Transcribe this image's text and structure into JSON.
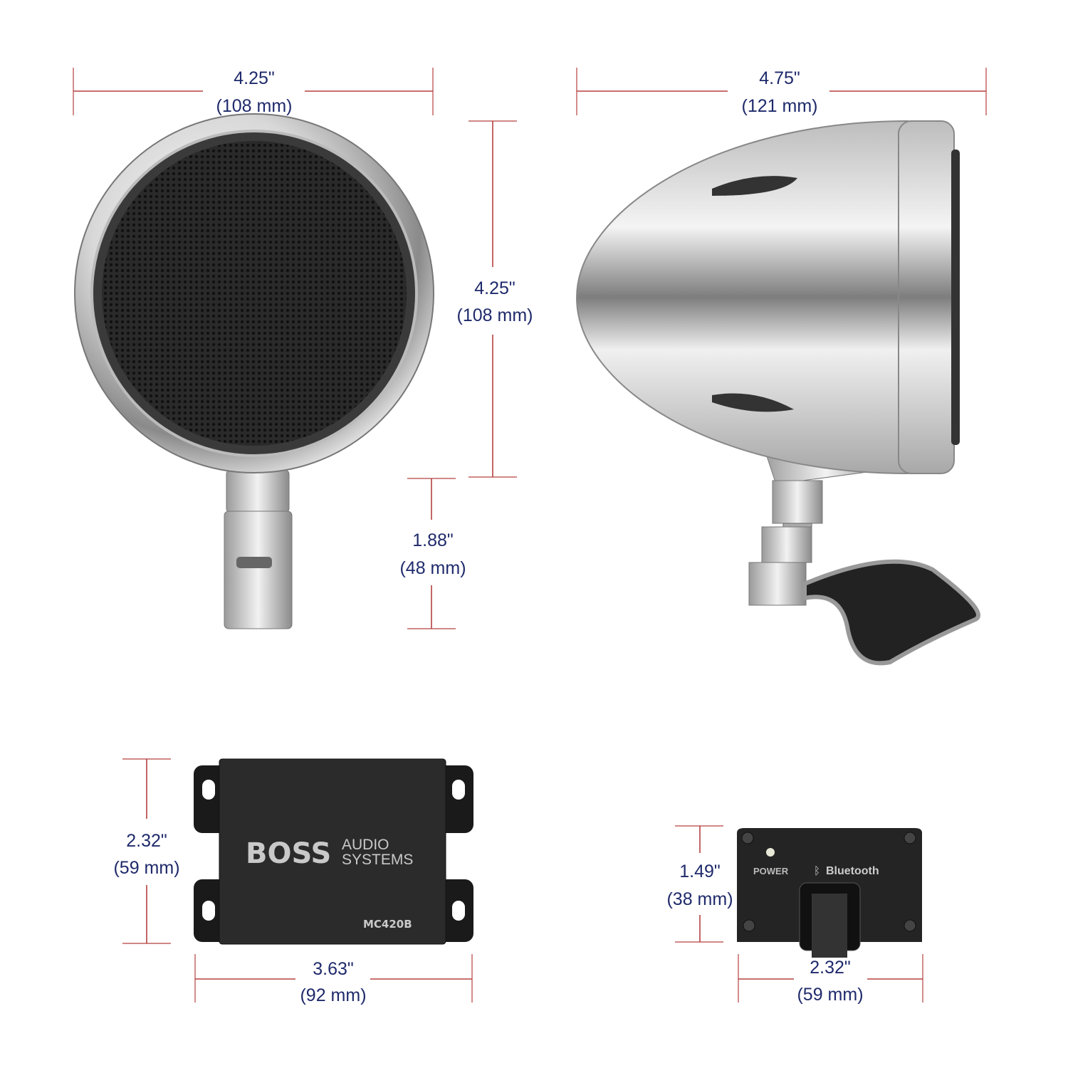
{
  "dimensions": {
    "speaker_width": {
      "in": "4.25\"",
      "mm": "(108 mm)"
    },
    "speaker_depth": {
      "in": "4.75\"",
      "mm": "(121 mm)"
    },
    "speaker_height": {
      "in": "4.25\"",
      "mm": "(108 mm)"
    },
    "mount_height": {
      "in": "1.88\"",
      "mm": "(48 mm)"
    },
    "amp_height": {
      "in": "2.32\"",
      "mm": "(59 mm)"
    },
    "amp_width": {
      "in": "3.63\"",
      "mm": "(92 mm)"
    },
    "module_height": {
      "in": "1.49\"",
      "mm": "(38 mm)"
    },
    "module_width": {
      "in": "2.32\"",
      "mm": "(59 mm)"
    }
  },
  "amplifier": {
    "brand": "BOSS",
    "brand_sub1": "AUDIO",
    "brand_sub2": "SYSTEMS",
    "model": "MC420B"
  },
  "bt_module": {
    "power_label": "POWER",
    "bluetooth_label": "Bluetooth"
  },
  "colors": {
    "dimension_text": "#1f2a6b",
    "dimension_line": "#b5403f"
  }
}
